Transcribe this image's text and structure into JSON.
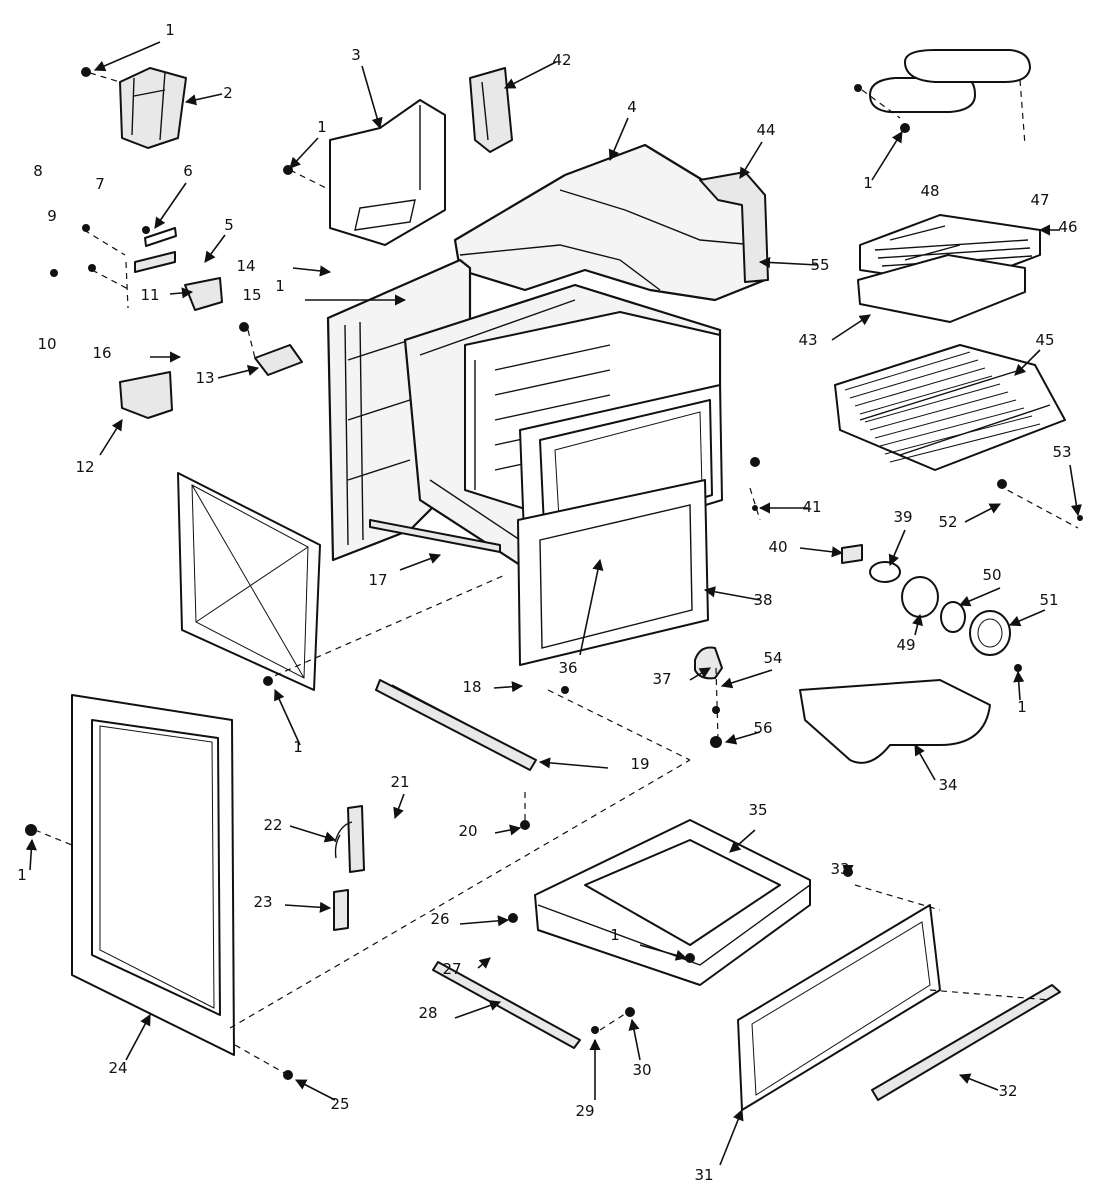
{
  "diagram": {
    "callouts": [
      "1",
      "2",
      "3",
      "4",
      "5",
      "6",
      "7",
      "8",
      "9",
      "10",
      "11",
      "12",
      "13",
      "14",
      "15",
      "16",
      "17",
      "18",
      "19",
      "20",
      "21",
      "22",
      "23",
      "24",
      "25",
      "26",
      "27",
      "28",
      "29",
      "30",
      "31",
      "32",
      "33",
      "34",
      "35",
      "36",
      "37",
      "38",
      "39",
      "40",
      "41",
      "42",
      "43",
      "44",
      "45",
      "46",
      "47",
      "48",
      "49",
      "50",
      "51",
      "52",
      "53",
      "54",
      "55",
      "56"
    ]
  }
}
